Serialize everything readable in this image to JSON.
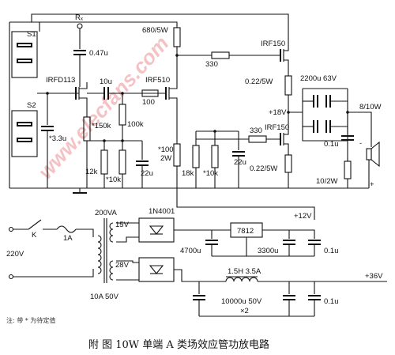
{
  "title": "附 图   10W 单端 A 类场效应管功放电路",
  "note": "注: 带 * 为待定值",
  "watermark": "www.elecfans.com",
  "labels": {
    "S1": "S1",
    "S2": "S2",
    "Rx": "Rₓ",
    "c047": "0.47u",
    "irfd113": "IRFD113",
    "c10u": "10u",
    "irf510": "IRF510",
    "r680": "680/5W",
    "irf150_top": "IRF150",
    "r330_top": "330",
    "r022_top": "0.22/5W",
    "c2200": "2200u 63V",
    "r100": "100",
    "r150k": "*150k",
    "r100k": "100k",
    "c33u": "*3.3u",
    "plus18": "+18V",
    "irf150_bot": "IRF150",
    "spk": "8/10W",
    "c01u_mid": "0.1u",
    "r100_2w_a": "*100",
    "r100_2w_b": "2W",
    "r330_bot": "330",
    "c22u_mid": "22u",
    "r022_bot": "0.22/5W",
    "r12k": "12k",
    "r10k_a": "*10k",
    "c22u_left": "22u",
    "r18k": "18k",
    "r10k_b": "*10k",
    "r10_2w": "10/2W",
    "plus12": "+12V",
    "tr200": "200VA",
    "br1": "1N4001",
    "sw": "K",
    "fuse": "1A",
    "v220": "220V",
    "v15": "15V",
    "c4700": "4700u",
    "reg": "7812",
    "c3300": "3300u",
    "c01u_a": "0.1u",
    "v28": "28V",
    "ind": "1.5H 3.5A",
    "c10000": "10000u  50V",
    "x2": "×2",
    "c01u_b": "0.1u",
    "plus36": "+36V",
    "tr_rating": "10A 50V",
    "minus": "-",
    "plus": "+"
  }
}
